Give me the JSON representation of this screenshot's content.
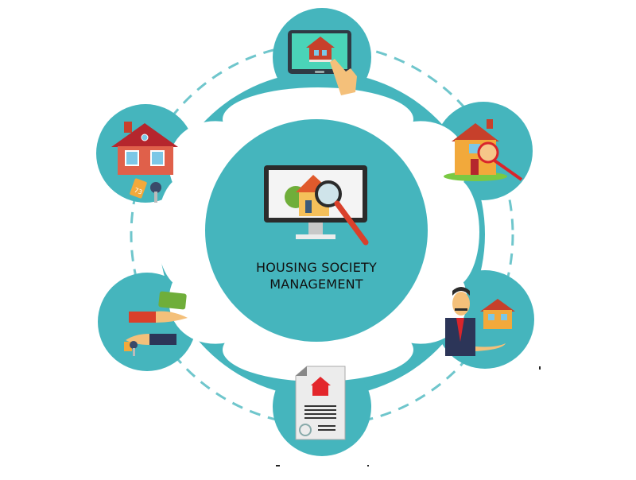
{
  "diagram": {
    "title_line1": "HOUSING SOCIETY",
    "title_line2": "MANAGEMENT",
    "center_icon": "monitor-house-magnifier-icon",
    "colors": {
      "teal": "#45b5bd",
      "dash": "#6fc6cc",
      "red": "#d9402b",
      "orange": "#f2a93b",
      "navy": "#2c3558"
    },
    "nodes": [
      {
        "position": "top",
        "icon": "tablet-house-touch-icon"
      },
      {
        "position": "upper-right",
        "icon": "house-magnifier-icon"
      },
      {
        "position": "lower-right",
        "icon": "agent-offering-house-icon"
      },
      {
        "position": "bottom",
        "icon": "property-document-icon"
      },
      {
        "position": "lower-left",
        "icon": "money-key-exchange-icon"
      },
      {
        "position": "upper-left",
        "icon": "house-with-key-tag-icon"
      }
    ],
    "key_tag_number": "73"
  }
}
